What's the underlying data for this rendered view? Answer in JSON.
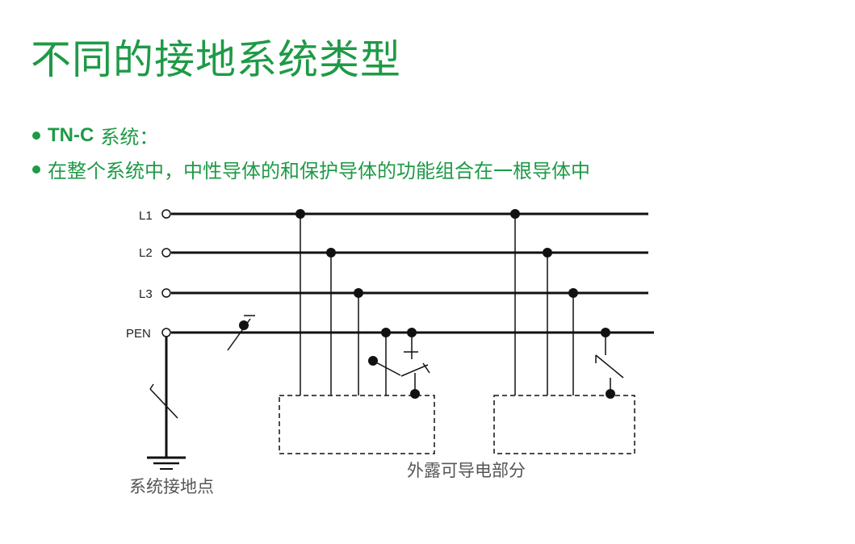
{
  "title": "不同的接地系统类型",
  "bullets": {
    "b1_strong": "TN-C",
    "b1_text": "系统：",
    "b2_text": "在整个系统中，中性导体的和保护导体的功能组合在一根导体中"
  },
  "diagram": {
    "labels": {
      "l1": "L1",
      "l2": "L2",
      "l3": "L3",
      "pen": "PEN"
    },
    "earth_point_label": "系统接地点",
    "exposed_parts_label": "外露可导电部分"
  },
  "colors": {
    "accent": "#1e9a46",
    "line": "#111111"
  }
}
